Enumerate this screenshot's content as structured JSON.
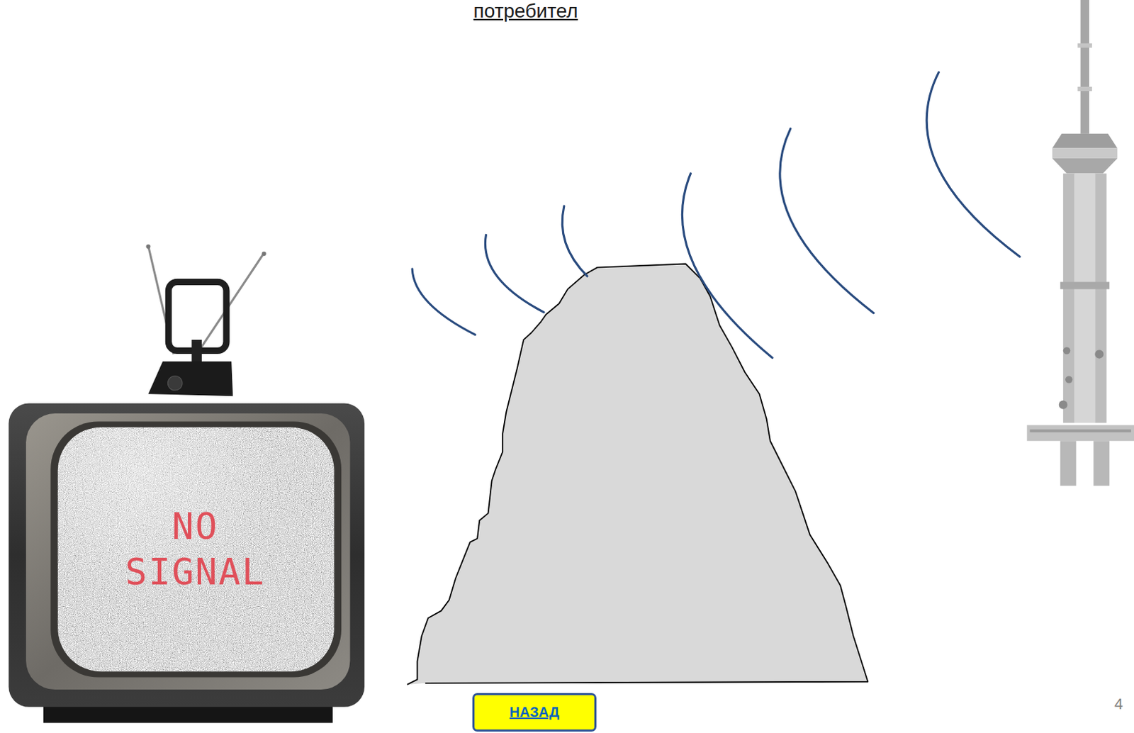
{
  "diagram": {
    "title": "потребител",
    "nodes": [
      {
        "text": [
          "NO SIGNAL"
        ]
      },
      {
        "text": [
          "НАЗАД"
        ]
      }
    ],
    "labels": [
      "4"
    ]
  }
}
